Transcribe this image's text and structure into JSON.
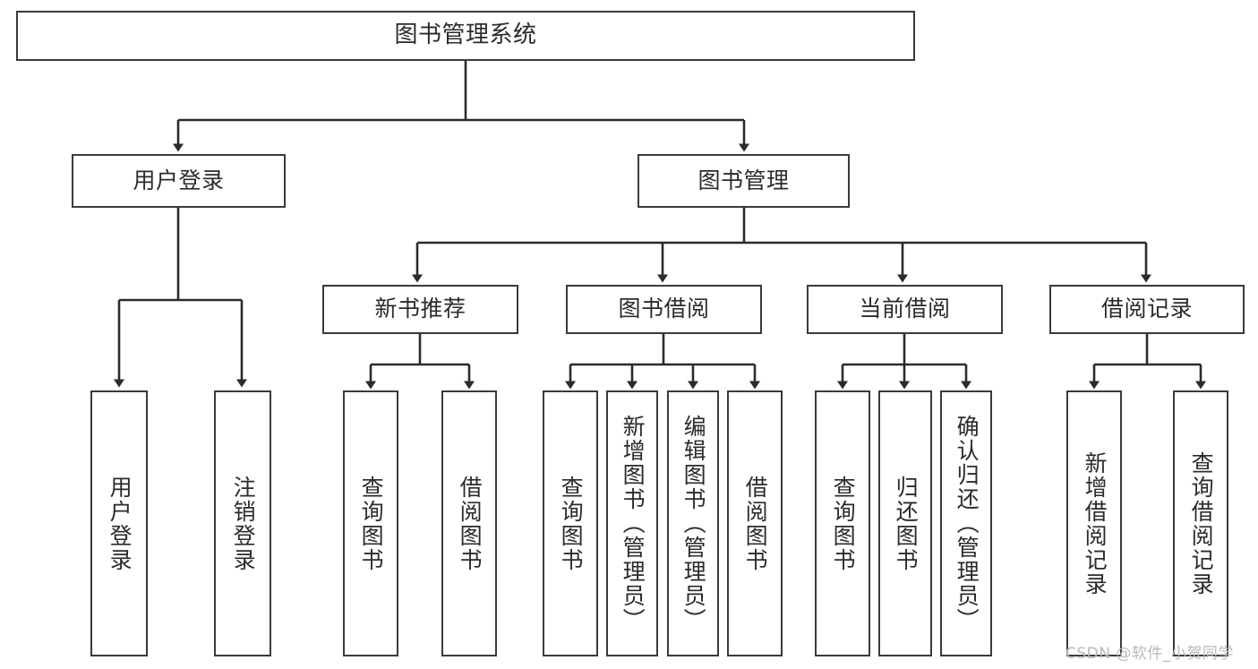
{
  "diagram": {
    "title_node": {
      "label": "图书管理系统"
    },
    "level2": [
      {
        "label": "用户登录"
      },
      {
        "label": "图书管理"
      }
    ],
    "level3": [
      {
        "label": "新书推荐"
      },
      {
        "label": "图书借阅"
      },
      {
        "label": "当前借阅"
      },
      {
        "label": "借阅记录"
      }
    ],
    "leaves": {
      "user_login": [
        {
          "label": "用户登录"
        },
        {
          "label": "注销登录"
        }
      ],
      "new_book_recommend": [
        {
          "label": "查询图书"
        },
        {
          "label": "借阅图书"
        }
      ],
      "book_borrow": [
        {
          "label": "查询图书"
        },
        {
          "label": "新增图书（管理员）"
        },
        {
          "label": "编辑图书（管理员）"
        },
        {
          "label": "借阅图书"
        }
      ],
      "current_borrow": [
        {
          "label": "查询图书"
        },
        {
          "label": "归还图书"
        },
        {
          "label": "确认归还（管理员）"
        }
      ],
      "borrow_record": [
        {
          "label": "新增借阅记录"
        },
        {
          "label": "查询借阅记录"
        }
      ]
    }
  },
  "watermark": {
    "text": "CSDN @软件_小贺同学"
  },
  "colors": {
    "border": "#3a3a3a",
    "text": "#2b2b2b",
    "background": "#ffffff",
    "watermark": "#b9b9b9"
  }
}
